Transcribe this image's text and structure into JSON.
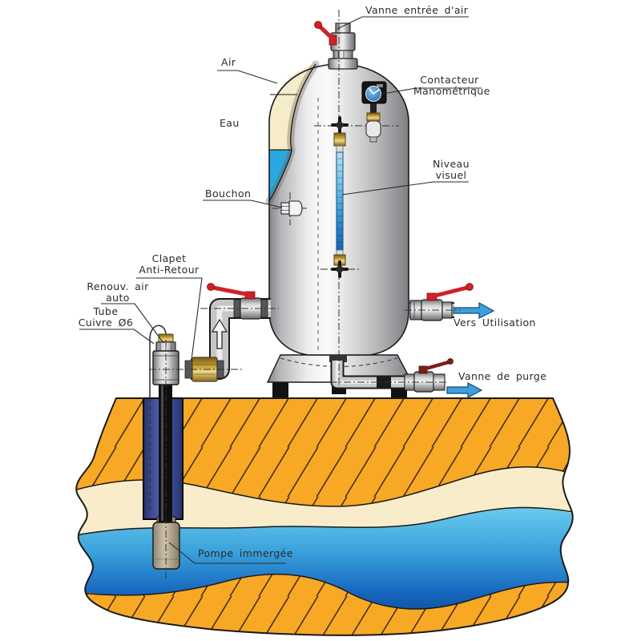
{
  "diagram": {
    "kind": "technical-schematic",
    "subject": "reservoir surpresseur avec pompe immergee",
    "labels": {
      "vanne_entree_air": "Vanne entrée d'air",
      "air": "Air",
      "contacteur_line1": "Contacteur",
      "contacteur_line2": "Manométrique",
      "eau": "Eau",
      "niveau_line1": "Niveau",
      "niveau_line2": "visuel",
      "bouchon": "Bouchon",
      "clapet_line1": "Clapet",
      "clapet_line2": "Anti-Retour",
      "renouv_line1": "Renouv. air",
      "renouv_line2": "auto",
      "tube_line1": "Tube",
      "tube_line2": "Cuivre Ø6",
      "vers_utilisation": "Vers Utilisation",
      "vanne_purge": "Vanne de purge",
      "pompe_immergee": "Pompe immergée"
    },
    "colors": {
      "valve_handle_red": "#cf2127",
      "purge_handle_dark_red": "#7a2018",
      "brass": "#d3af45",
      "tank_water_blue": "#2aa7de",
      "air_cream": "#f7ecca",
      "soil_orange": "#f7a825",
      "sand_cream": "#f8ecca",
      "aquifer_blue": "#1565bd",
      "well_casing_blue": "#3d4f9e",
      "arrow_blue": "#3f9fd9"
    }
  }
}
